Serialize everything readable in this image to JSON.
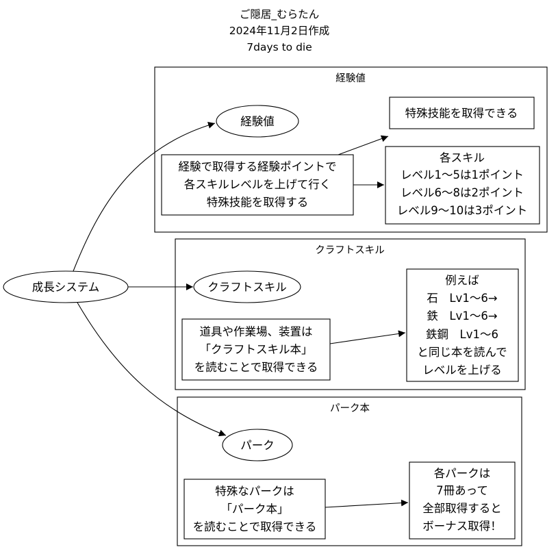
{
  "header": {
    "author": "ご隠居_むらたん",
    "date": "2024年11月2日作成",
    "game": "7days to die"
  },
  "root": {
    "label": "成長システム"
  },
  "clusters": {
    "exp": {
      "title": "経験値",
      "node": "経験値",
      "desc": [
        "経験で取得する経験ポイントで",
        "各スキルレベルを上げて行く",
        "特殊技能を取得する"
      ],
      "result1": "特殊技能を取得できる",
      "result2": [
        "各スキル",
        "レベル1～5は1ポイント",
        "レベル6～8は2ポイント",
        "レベル9～10は3ポイント"
      ]
    },
    "craft": {
      "title": "クラフトスキル",
      "node": "クラフトスキル",
      "desc": [
        "道具や作業場、装置は",
        "「クラフトスキル本」",
        "を読むことで取得できる"
      ],
      "result": [
        "例えば",
        "石　Lv1～6→",
        "鉄　Lv1～6→",
        "鉄鋼　Lv1～6",
        "と同じ本を読んで",
        "レベルを上げる"
      ]
    },
    "perk": {
      "title": "パーク本",
      "node": "パーク",
      "desc": [
        "特殊なパークは",
        "「パーク本」",
        "を読むことで取得できる"
      ],
      "result": [
        "各パークは",
        "7冊あって",
        "全部取得すると",
        "ボーナス取得！"
      ]
    }
  }
}
